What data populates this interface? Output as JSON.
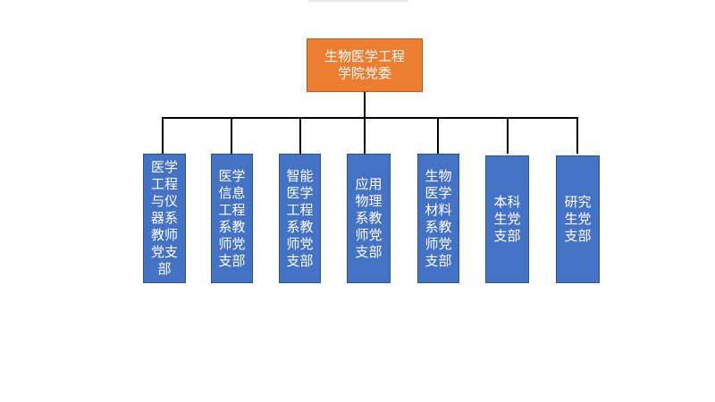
{
  "diagram": {
    "root": {
      "label": "生物医学工程学院党委"
    },
    "children": [
      {
        "label": "医学工程与仪器系教师党支部"
      },
      {
        "label": "医学信息工程系教师党支部"
      },
      {
        "label": "智能医学工程系教师党支部"
      },
      {
        "label": "应用物理系教师党支部"
      },
      {
        "label": "生物医学材料系教师党支部"
      },
      {
        "label": "本科生党支部"
      },
      {
        "label": "研究生党支部"
      }
    ]
  },
  "colors": {
    "root_fill": "#ed7d31",
    "child_fill": "#4472c4",
    "text": "#ffffff",
    "connector": "#000000"
  }
}
